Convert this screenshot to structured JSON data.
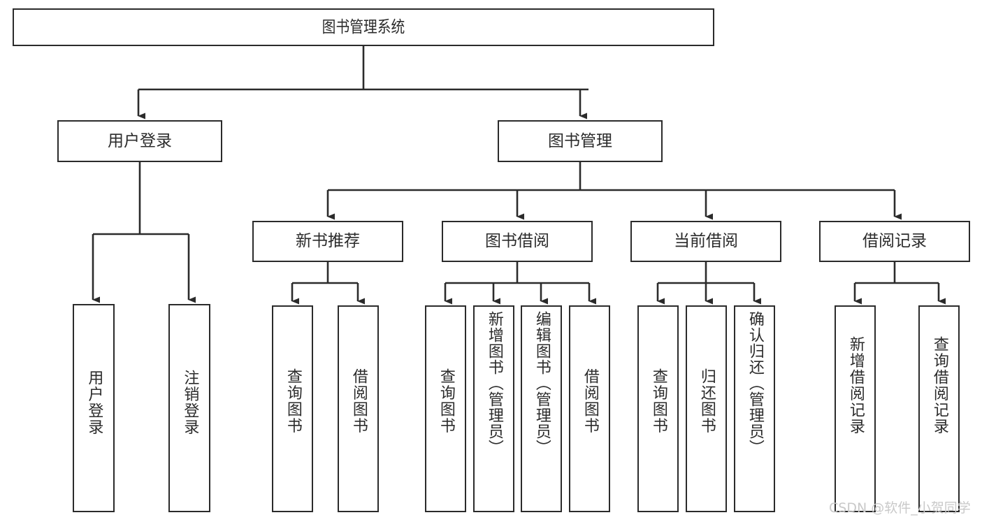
{
  "diagram": {
    "title": "图书管理系统",
    "type": "function-structure-tree",
    "orientation": "top-down",
    "watermark": "CSDN @软件_小贺同学",
    "colors": {
      "line": "#2b2b2b",
      "box_border": "#2b2b2b",
      "box_fill": "#ffffff",
      "text": "#2b2b2b",
      "watermark": "#c9c9c9",
      "background": "#ffffff"
    },
    "levels": {
      "root": "图书管理系统",
      "level2": [
        "用户登录",
        "图书管理"
      ],
      "level3": [
        "新书推荐",
        "图书借阅",
        "当前借阅",
        "借阅记录"
      ]
    },
    "nodes": {
      "root": {
        "label": "图书管理系统"
      },
      "user_login": {
        "label": "用户登录"
      },
      "book_manage": {
        "label": "图书管理"
      },
      "new_book_rec": {
        "label": "新书推荐"
      },
      "book_borrow": {
        "label": "图书借阅"
      },
      "current_borrow": {
        "label": "当前借阅"
      },
      "borrow_record": {
        "label": "借阅记录"
      }
    },
    "leaves": {
      "user_login": [
        {
          "label": "用户登录"
        },
        {
          "label": "注销登录"
        }
      ],
      "new_book_rec": [
        {
          "label": "查询图书"
        },
        {
          "label": "借阅图书"
        }
      ],
      "book_borrow": [
        {
          "label": "查询图书"
        },
        {
          "label": "新增图书（管理员）"
        },
        {
          "label": "编辑图书（管理员）"
        },
        {
          "label": "借阅图书"
        }
      ],
      "current_borrow": [
        {
          "label": "查询图书"
        },
        {
          "label": "归还图书"
        },
        {
          "label": "确认归还（管理员）"
        }
      ],
      "borrow_record": [
        {
          "label": "新增借阅记录"
        },
        {
          "label": "查询借阅记录"
        }
      ]
    }
  }
}
